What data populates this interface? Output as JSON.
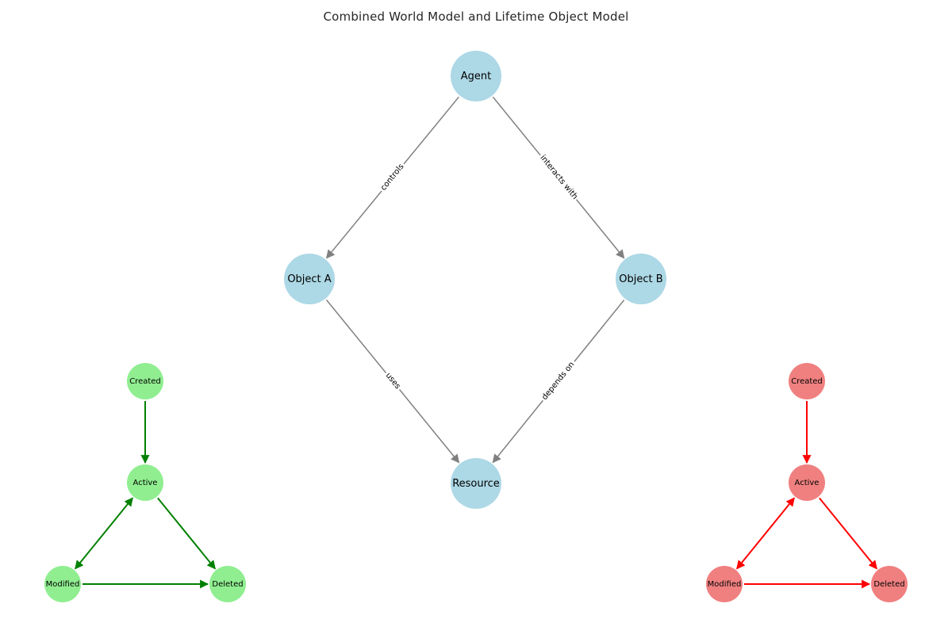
{
  "title": "Combined World Model and Lifetime Object Model",
  "colors": {
    "world_node_fill": "#add8e6",
    "world_edge": "#808080",
    "lifetime_left_node_fill": "#90ee90",
    "lifetime_left_edge": "#008000",
    "lifetime_right_node_fill": "#f08080",
    "lifetime_right_edge": "#ff0000",
    "label_text": "#000000",
    "background": "#ffffff"
  },
  "world_model": {
    "nodes": [
      {
        "id": "agent",
        "label": "Agent"
      },
      {
        "id": "object_a",
        "label": "Object A"
      },
      {
        "id": "object_b",
        "label": "Object B"
      },
      {
        "id": "resource",
        "label": "Resource"
      }
    ],
    "edges": [
      {
        "from": "Agent",
        "to": "Object A",
        "label": "controls"
      },
      {
        "from": "Agent",
        "to": "Object B",
        "label": "interacts with"
      },
      {
        "from": "Object A",
        "to": "Resource",
        "label": "uses"
      },
      {
        "from": "Object B",
        "to": "Resource",
        "label": "depends on"
      }
    ]
  },
  "lifetime_model_left": {
    "color_scheme": "green",
    "nodes": [
      {
        "label": "Created"
      },
      {
        "label": "Active"
      },
      {
        "label": "Modified"
      },
      {
        "label": "Deleted"
      }
    ],
    "edges": [
      {
        "from": "Created",
        "to": "Active",
        "bidirectional": false
      },
      {
        "from": "Active",
        "to": "Modified",
        "bidirectional": true
      },
      {
        "from": "Active",
        "to": "Deleted",
        "bidirectional": false
      },
      {
        "from": "Modified",
        "to": "Deleted",
        "bidirectional": false
      }
    ]
  },
  "lifetime_model_right": {
    "color_scheme": "red",
    "nodes": [
      {
        "label": "Created"
      },
      {
        "label": "Active"
      },
      {
        "label": "Modified"
      },
      {
        "label": "Deleted"
      }
    ],
    "edges": [
      {
        "from": "Created",
        "to": "Active",
        "bidirectional": false
      },
      {
        "from": "Active",
        "to": "Modified",
        "bidirectional": true
      },
      {
        "from": "Active",
        "to": "Deleted",
        "bidirectional": false
      },
      {
        "from": "Modified",
        "to": "Deleted",
        "bidirectional": false
      }
    ]
  }
}
